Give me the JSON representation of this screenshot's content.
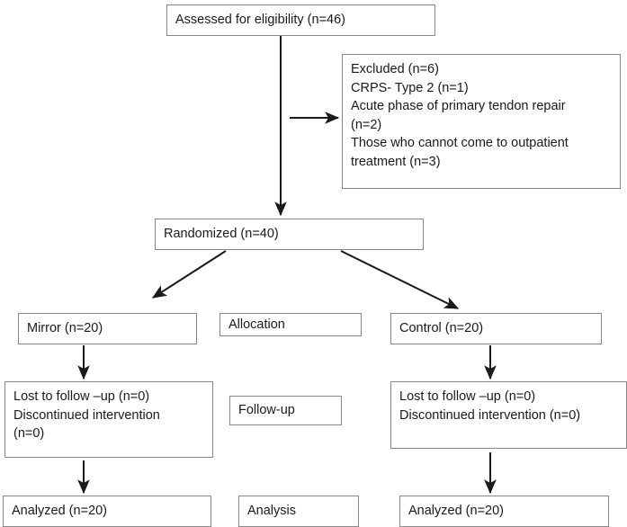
{
  "diagram": {
    "title": "CONSORT participant flow diagram",
    "line_color": "#1a1a1a",
    "box_border_color": "#878787",
    "background": "#ffffff"
  },
  "nodes": {
    "assessed": {
      "label": "Assessed for eligibility (n=46)"
    },
    "excluded": {
      "lines": [
        "Excluded (n=6)",
        "CRPS- Type 2 (n=1)",
        "Acute phase of primary tendon repair",
        "(n=2)",
        "Those who cannot come to outpatient",
        "treatment (n=3)"
      ]
    },
    "randomized": {
      "label": "Randomized (n=40)"
    },
    "mirror": {
      "label": "Mirror (n=20)"
    },
    "allocation": {
      "label": "Allocation"
    },
    "control": {
      "label": "Control (n=20)"
    },
    "lost_left": {
      "lines": [
        "Lost to follow –up (n=0)",
        "Discontinued intervention",
        "(n=0)"
      ]
    },
    "followup": {
      "label": "Follow-up"
    },
    "lost_right": {
      "lines": [
        "Lost to follow –up (n=0)",
        "Discontinued intervention (n=0)"
      ]
    },
    "analyzed_left": {
      "label": "Analyzed (n=20)"
    },
    "analysis": {
      "label": "Analysis"
    },
    "analyzed_right": {
      "label": "Analyzed (n=20)"
    }
  },
  "connectors": [
    {
      "name": "assessed-to-randomized",
      "type": "vertical-arrow"
    },
    {
      "name": "assessed-to-excluded",
      "type": "horizontal-arrow"
    },
    {
      "name": "randomized-to-mirror",
      "type": "diagonal-arrow-left"
    },
    {
      "name": "randomized-to-control",
      "type": "diagonal-arrow-right"
    },
    {
      "name": "mirror-to-lost-left",
      "type": "vertical-arrow"
    },
    {
      "name": "control-to-lost-right",
      "type": "vertical-arrow"
    },
    {
      "name": "lost-left-to-analyzed-left",
      "type": "vertical-arrow"
    },
    {
      "name": "lost-right-to-analyzed-right",
      "type": "vertical-arrow"
    }
  ]
}
